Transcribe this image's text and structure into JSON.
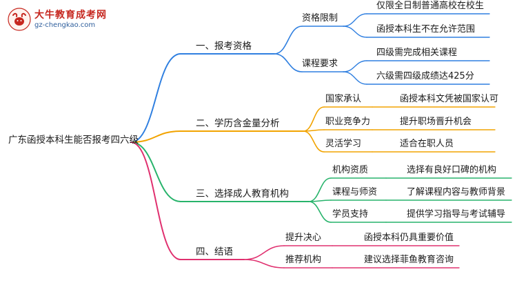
{
  "watermark": {
    "logo_text": "大牛教育成考网",
    "url": "gz-chengkao.com",
    "emblem_text": "大牛"
  },
  "mindmap": {
    "root": "广东函授本科生能否报考四六级",
    "branches": [
      {
        "label": "一、报考资格",
        "color": "#2f7fe0",
        "children": [
          {
            "label": "资格限制",
            "leaves": [
              "仅限全日制普通高校在校生",
              "函授本科生不在允许范围"
            ]
          },
          {
            "label": "课程要求",
            "leaves": [
              "四级需完成相关课程",
              "六级需四级成绩达425分"
            ]
          }
        ]
      },
      {
        "label": "二、学历含金量分析",
        "color": "#f2a300",
        "children": [
          {
            "label": "国家承认",
            "leaves": [
              "函授本科文凭被国家认可"
            ]
          },
          {
            "label": "职业竞争力",
            "leaves": [
              "提升职场晋升机会"
            ]
          },
          {
            "label": "灵活学习",
            "leaves": [
              "适合在职人员"
            ]
          }
        ]
      },
      {
        "label": "三、选择成人教育机构",
        "color": "#27b36b",
        "children": [
          {
            "label": "机构资质",
            "leaves": [
              "选择有良好口碑的机构"
            ]
          },
          {
            "label": "课程与师资",
            "leaves": [
              "了解课程内容与教师背景"
            ]
          },
          {
            "label": "学员支持",
            "leaves": [
              "提供学习指导与考试辅导"
            ]
          }
        ]
      },
      {
        "label": "四、结语",
        "color": "#e0306f",
        "children": [
          {
            "label": "提升决心",
            "leaves": [
              "函授本科仍具重要价值"
            ]
          },
          {
            "label": "推荐机构",
            "leaves": [
              "建议选择菲鱼教育咨询"
            ]
          }
        ]
      }
    ]
  }
}
